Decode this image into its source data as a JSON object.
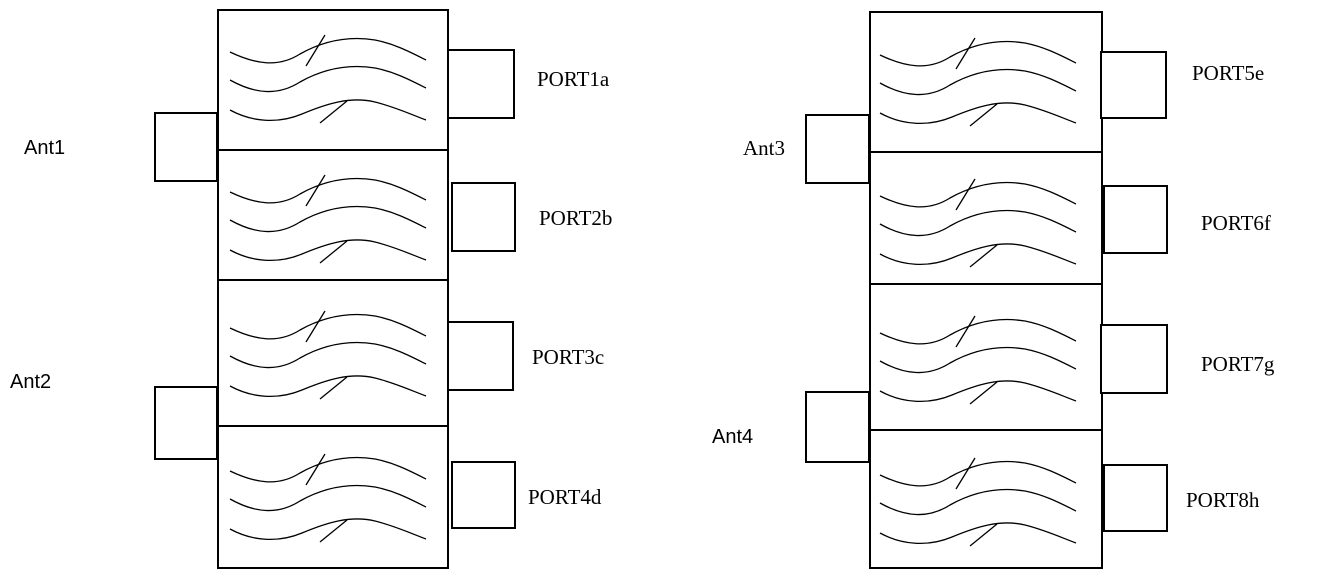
{
  "antennas": [
    {
      "id": "ant1",
      "label": "Ant1"
    },
    {
      "id": "ant2",
      "label": "Ant2"
    },
    {
      "id": "ant3",
      "label": "Ant3"
    },
    {
      "id": "ant4",
      "label": "Ant4"
    }
  ],
  "ports": [
    {
      "id": "port1a",
      "label": "PORT1a"
    },
    {
      "id": "port2b",
      "label": "PORT2b"
    },
    {
      "id": "port3c",
      "label": "PORT3c"
    },
    {
      "id": "port4d",
      "label": "PORT4d"
    },
    {
      "id": "port5e",
      "label": "PORT5e"
    },
    {
      "id": "port6f",
      "label": "PORT6f"
    },
    {
      "id": "port7g",
      "label": "PORT7g"
    },
    {
      "id": "port8h",
      "label": "PORT8h"
    }
  ],
  "filter_symbol": "bandpass-filter-icon",
  "colors": {
    "stroke": "#000000",
    "background": "#ffffff"
  }
}
